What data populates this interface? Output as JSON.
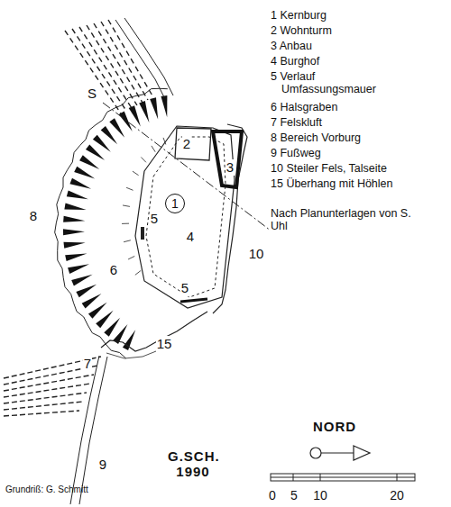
{
  "diagram": {
    "nodes": [
      {
        "text": [
          "1"
        ]
      }
    ],
    "labels": [
      "S",
      "2",
      "3",
      "5",
      "4",
      "5",
      "8",
      "6",
      "10",
      "7",
      "15",
      "9",
      "1 Kernburg",
      "2 Wohnturm",
      "3 Anbau",
      "4 Burghof",
      "5 Verlauf Umfassungsmauer",
      "6 Halsgraben",
      "7 Felskluft",
      "8 Bereich Vorburg",
      "9 Fußweg",
      "10 Steiler Fels, Talseite",
      "15 Überhang mit Höhlen",
      "Nach Planunterlagen von S. Uhl",
      "G.SCH. 1990",
      "NORD",
      "0",
      "5",
      "10",
      "20",
      "Grundriß: G. Schmitt"
    ]
  }
}
